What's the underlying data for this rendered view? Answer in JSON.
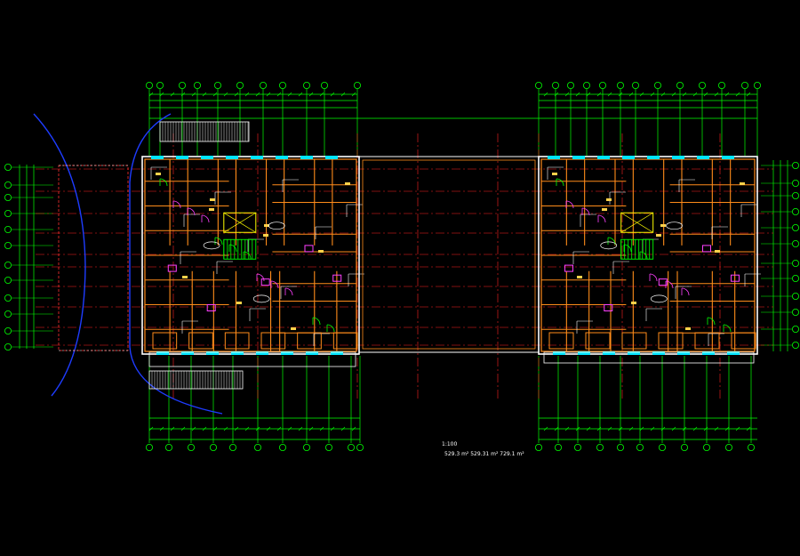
{
  "drawing": {
    "type": "CAD floor plan (residential building, two towers with central gap)",
    "background": "#000000",
    "colors": {
      "axis": "#00ff00",
      "axis_bubble": "#00ff00",
      "centerline": "#ff2020",
      "wall": "#ff8c1a",
      "inner_wall": "#ffffff",
      "window": "#00e5ff",
      "door": "#ff40ff",
      "stair": "#ffff00",
      "ramp": "#1e3cff",
      "note": "#ffffff"
    },
    "notes": {
      "scale_label": "1:100",
      "area_line_1": "529.3 m²  529.31  m²  729.1  m²",
      "area_line_2": "",
      "left_label": ""
    }
  }
}
